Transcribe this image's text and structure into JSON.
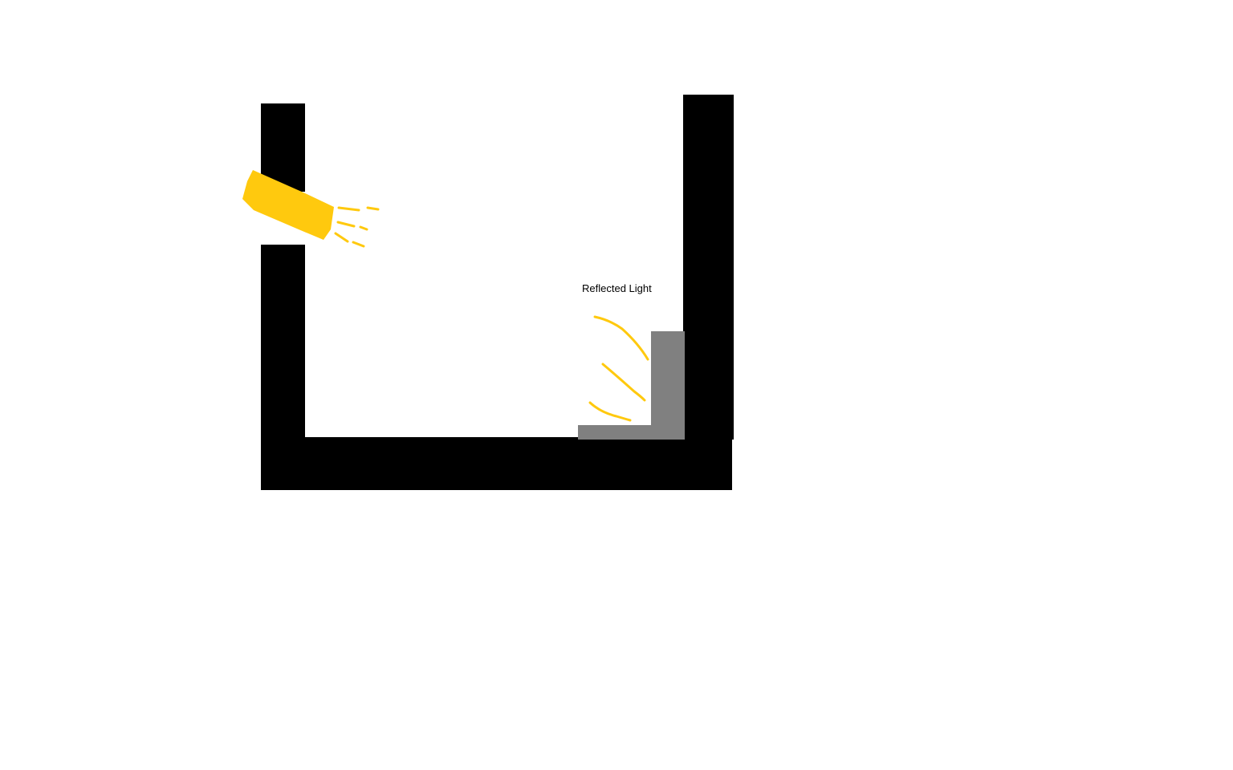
{
  "labels": {
    "reflected_light": "Reflected Light"
  },
  "colors": {
    "background": "#ffffff",
    "wall": "#000000",
    "reflector": "#808080",
    "light": "#ffc90e"
  },
  "icons": {
    "light_source": "flashlight-beam",
    "reflected_rays": "curved-light-rays"
  }
}
